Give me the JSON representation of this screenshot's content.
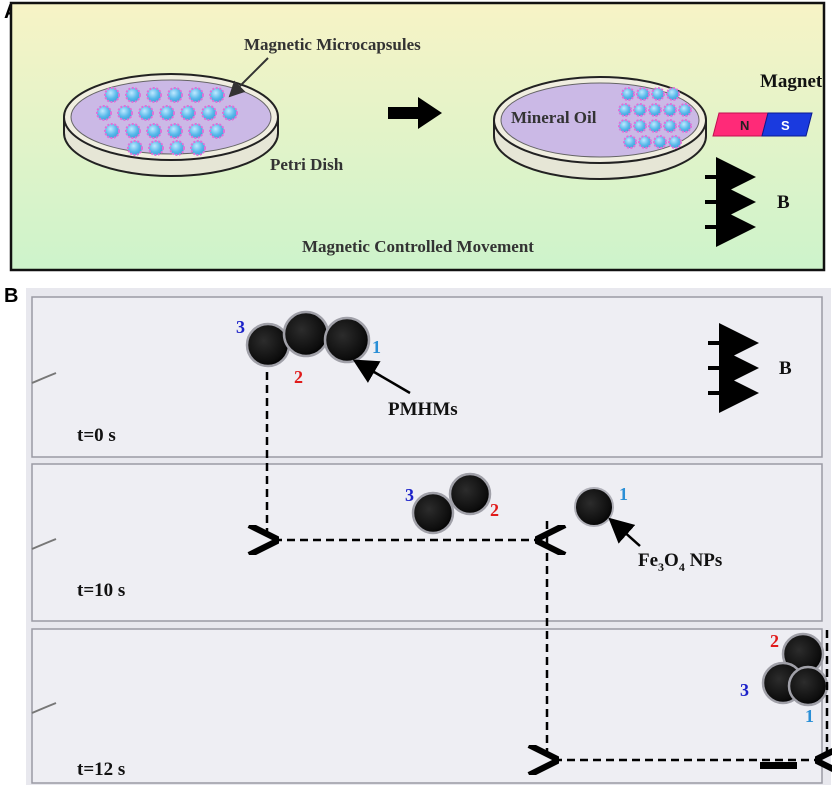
{
  "panel_a": {
    "letter": "A",
    "label_microcapsules": "Magnetic Microcapsules",
    "label_petri": "Petri Dish",
    "label_oil": "Mineral Oil",
    "label_magnet": "Magnet",
    "magnet_n": "N",
    "magnet_s": "S",
    "label_field": "B",
    "caption": "Magnetic Controlled Movement",
    "colors": {
      "background_top": "#f6f4c8",
      "background_bottom": "#d2f3c9",
      "oil": "#cfc2e8",
      "capsule": "#6fc6ef",
      "magnet_n": "#ff2a78",
      "magnet_s": "#1a3adf"
    }
  },
  "panel_b": {
    "letter": "B",
    "label_field": "B",
    "label_pmhm": "PMHMs",
    "label_np": "Fe3O4 NPs",
    "label_np_main": "Fe",
    "label_np_sub": "3",
    "label_np_o": "O",
    "label_np_sub2": "4",
    "label_np_tail": " NPs",
    "frames": [
      {
        "time": "t=0 s"
      },
      {
        "time": "t=10 s"
      },
      {
        "time": "t=12 s"
      }
    ],
    "particle_labels": [
      "1",
      "2",
      "3"
    ],
    "colors": {
      "label_1": "#2a8fd6",
      "label_2": "#e01b1b",
      "label_3": "#1c22c9"
    }
  }
}
